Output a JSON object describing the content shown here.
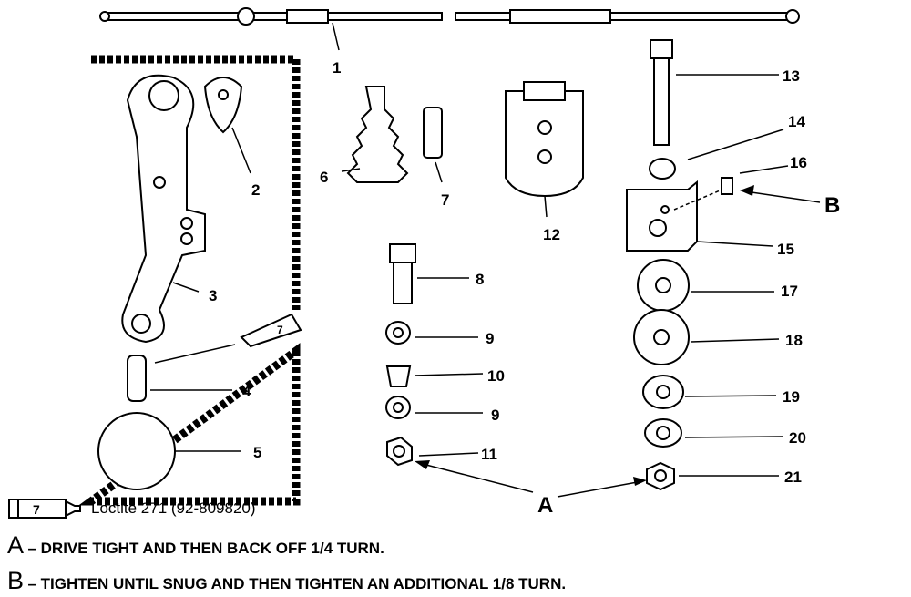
{
  "callouts": [
    {
      "id": "1",
      "text": "1"
    },
    {
      "id": "2",
      "text": "2"
    },
    {
      "id": "3",
      "text": "3"
    },
    {
      "id": "4",
      "text": "4"
    },
    {
      "id": "5",
      "text": "5"
    },
    {
      "id": "6",
      "text": "6"
    },
    {
      "id": "7",
      "text": "7"
    },
    {
      "id": "8",
      "text": "8"
    },
    {
      "id": "9a",
      "text": "9"
    },
    {
      "id": "10",
      "text": "10"
    },
    {
      "id": "9b",
      "text": "9"
    },
    {
      "id": "11",
      "text": "11"
    },
    {
      "id": "12",
      "text": "12"
    },
    {
      "id": "13",
      "text": "13"
    },
    {
      "id": "14",
      "text": "14"
    },
    {
      "id": "15",
      "text": "15"
    },
    {
      "id": "16",
      "text": "16"
    },
    {
      "id": "17",
      "text": "17"
    },
    {
      "id": "18",
      "text": "18"
    },
    {
      "id": "19",
      "text": "19"
    },
    {
      "id": "20",
      "text": "20"
    },
    {
      "id": "21",
      "text": "21"
    }
  ],
  "tube_label": "7",
  "markers": {
    "a": "A",
    "b": "B"
  },
  "legend": {
    "sealant_number": "7",
    "sealant": "Loctite 271 (92-809820)",
    "note_a_letter": "A",
    "note_a": "DRIVE TIGHT AND THEN BACK OFF 1/4 TURN.",
    "note_b_letter": "B",
    "note_b": "TIGHTEN UNTIL SNUG AND THEN TIGHTEN AN ADDITIONAL 1/8 TURN."
  }
}
